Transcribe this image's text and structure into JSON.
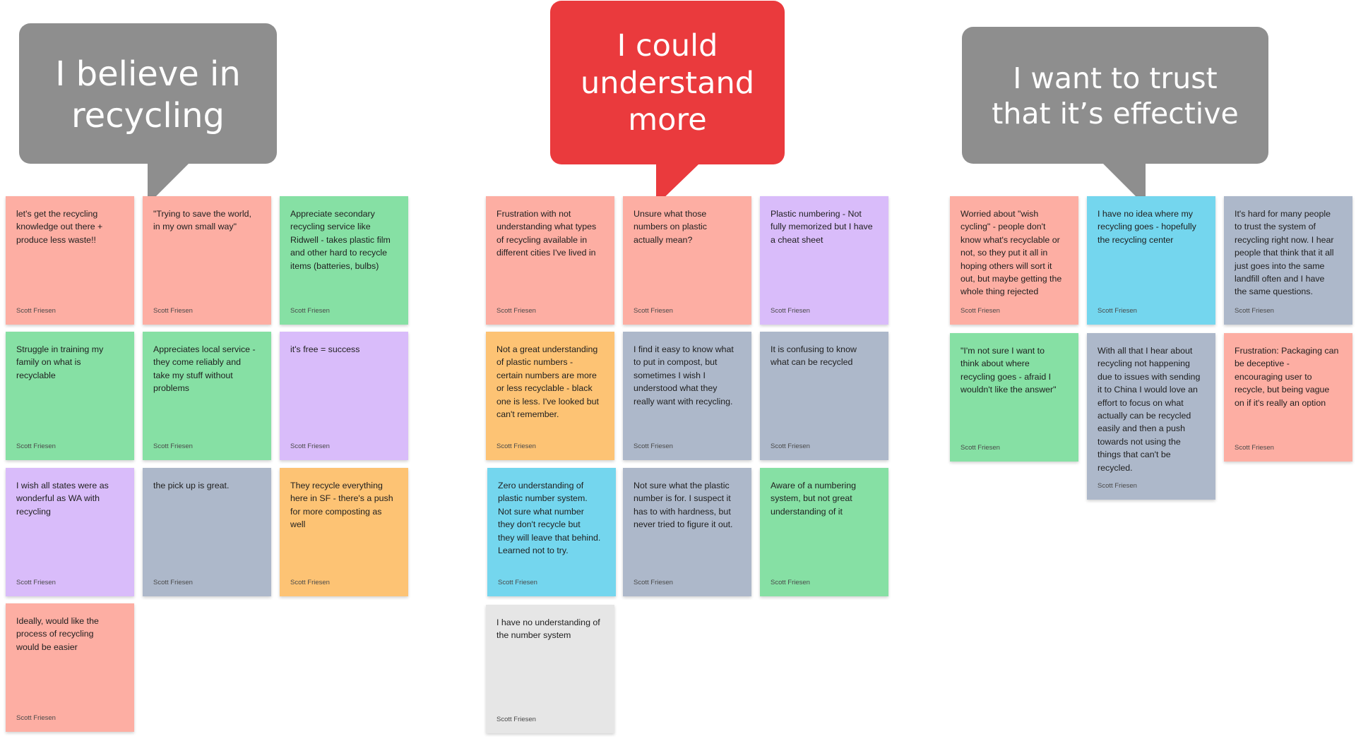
{
  "colors": {
    "salmon": "#fdaea3",
    "green": "#86e0a4",
    "purple": "#d9bcfa",
    "slate": "#adb8ca",
    "orange": "#fdc374",
    "cyan": "#74d6ee",
    "lightgray": "#e6e6e6",
    "bubble_gray": "#8e8e8e",
    "bubble_red": "#ea3a3d"
  },
  "bubbles": [
    {
      "text": "I believe in\nrecycling",
      "color": "bubble_gray"
    },
    {
      "text": "I could\nunderstand\nmore",
      "color": "bubble_red"
    },
    {
      "text": "I want to trust\nthat it’s effective",
      "color": "bubble_gray"
    }
  ],
  "notes": [
    {
      "text": "let's get the recycling\nknowledge out there +\nproduce less waste!!",
      "author": "Scott Friesen",
      "color": "salmon"
    },
    {
      "text": "\"Trying to save the world,\nin my own small way\"",
      "author": "Scott Friesen",
      "color": "salmon"
    },
    {
      "text": "Appreciate secondary\nrecycling service like\nRidwell - takes plastic film\nand other hard to recycle\nitems (batteries, bulbs)",
      "author": "Scott Friesen",
      "color": "green"
    },
    {
      "text": "Struggle in training my\nfamily on what is\nrecyclable",
      "author": "Scott Friesen",
      "color": "green"
    },
    {
      "text": "Appreciates local service -\nthey come reliably and\ntake my stuff without\nproblems",
      "author": "Scott Friesen",
      "color": "green"
    },
    {
      "text": "it's free = success",
      "author": "Scott Friesen",
      "color": "purple"
    },
    {
      "text": "I wish all states were as\nwonderful as WA with\nrecycling",
      "author": "Scott Friesen",
      "color": "purple"
    },
    {
      "text": "the pick up is great.",
      "author": "Scott Friesen",
      "color": "slate"
    },
    {
      "text": "They recycle everything\nhere in SF - there's a push\nfor more composting as\nwell",
      "author": "Scott Friesen",
      "color": "orange"
    },
    {
      "text": "Ideally, would like the\nprocess of recycling\nwould be easier",
      "author": "Scott Friesen",
      "color": "salmon"
    },
    {
      "text": "Frustration with not\nunderstanding what types\nof recycling available in\ndifferent cities I've lived in",
      "author": "Scott Friesen",
      "color": "salmon"
    },
    {
      "text": "Unsure what those\nnumbers on plastic\nactually mean?",
      "author": "Scott Friesen",
      "color": "salmon"
    },
    {
      "text": "Plastic numbering - Not\nfully memorized but I have\na cheat sheet",
      "author": "Scott Friesen",
      "color": "purple"
    },
    {
      "text": "Not a great understanding\nof plastic numbers -\ncertain numbers are more\nor less recyclable - black\none is less. I've looked but\ncan't remember.",
      "author": "Scott Friesen",
      "color": "orange"
    },
    {
      "text": "I find it easy to know what\nto put in compost, but\nsometimes I wish I\nunderstood what they\nreally want with recycling.",
      "author": "Scott Friesen",
      "color": "slate"
    },
    {
      "text": "It is confusing to know\nwhat can be recycled",
      "author": "Scott Friesen",
      "color": "slate"
    },
    {
      "text": "Zero understanding of\nplastic number system.\nNot sure what number\nthey don't recycle  but\nthey will leave that behind.\nLearned not to try.",
      "author": "Scott Friesen",
      "color": "cyan"
    },
    {
      "text": "Not sure what the plastic\nnumber is for. I suspect it\nhas to with hardness, but\nnever tried to figure it out.",
      "author": "Scott Friesen",
      "color": "slate"
    },
    {
      "text": "Aware of a numbering\nsystem, but not great\nunderstanding of it",
      "author": "Scott Friesen",
      "color": "green"
    },
    {
      "text": "I have no understanding of\nthe number system",
      "author": "Scott Friesen",
      "color": "lightgray"
    },
    {
      "text": "Worried about \"wish\ncycling\" - people don't\nknow what's recyclable or\nnot, so they put it all in\nhoping others will sort it\nout, but maybe getting the\nwhole thing rejected",
      "author": "Scott Friesen",
      "color": "salmon"
    },
    {
      "text": "I have no idea where my\nrecycling goes - hopefully\nthe recycling center",
      "author": "Scott Friesen",
      "color": "cyan"
    },
    {
      "text": "It's hard for many people\nto trust the system of\nrecycling right now. I hear\npeople that think that it all\njust goes into the same\nlandfill often and I have\nthe same questions.",
      "author": "Scott Friesen",
      "color": "slate"
    },
    {
      "text": "\"I'm not sure I want to\nthink about where\nrecycling goes - afraid I\nwouldn't like the answer\"",
      "author": "Scott Friesen",
      "color": "green"
    },
    {
      "text": "With all that I hear about\nrecycling not happening\ndue to issues with sending\nit to China I would love an\neffort to focus on what\nactually can be recycled\neasily and then a push\ntowards not using the\nthings that can't be\nrecycled.",
      "author": "Scott Friesen",
      "color": "slate"
    },
    {
      "text": "Frustration: Packaging can\nbe deceptive -\nencouraging user to\nrecycle, but being vague\non if it's really an option",
      "author": "Scott Friesen",
      "color": "salmon"
    }
  ]
}
